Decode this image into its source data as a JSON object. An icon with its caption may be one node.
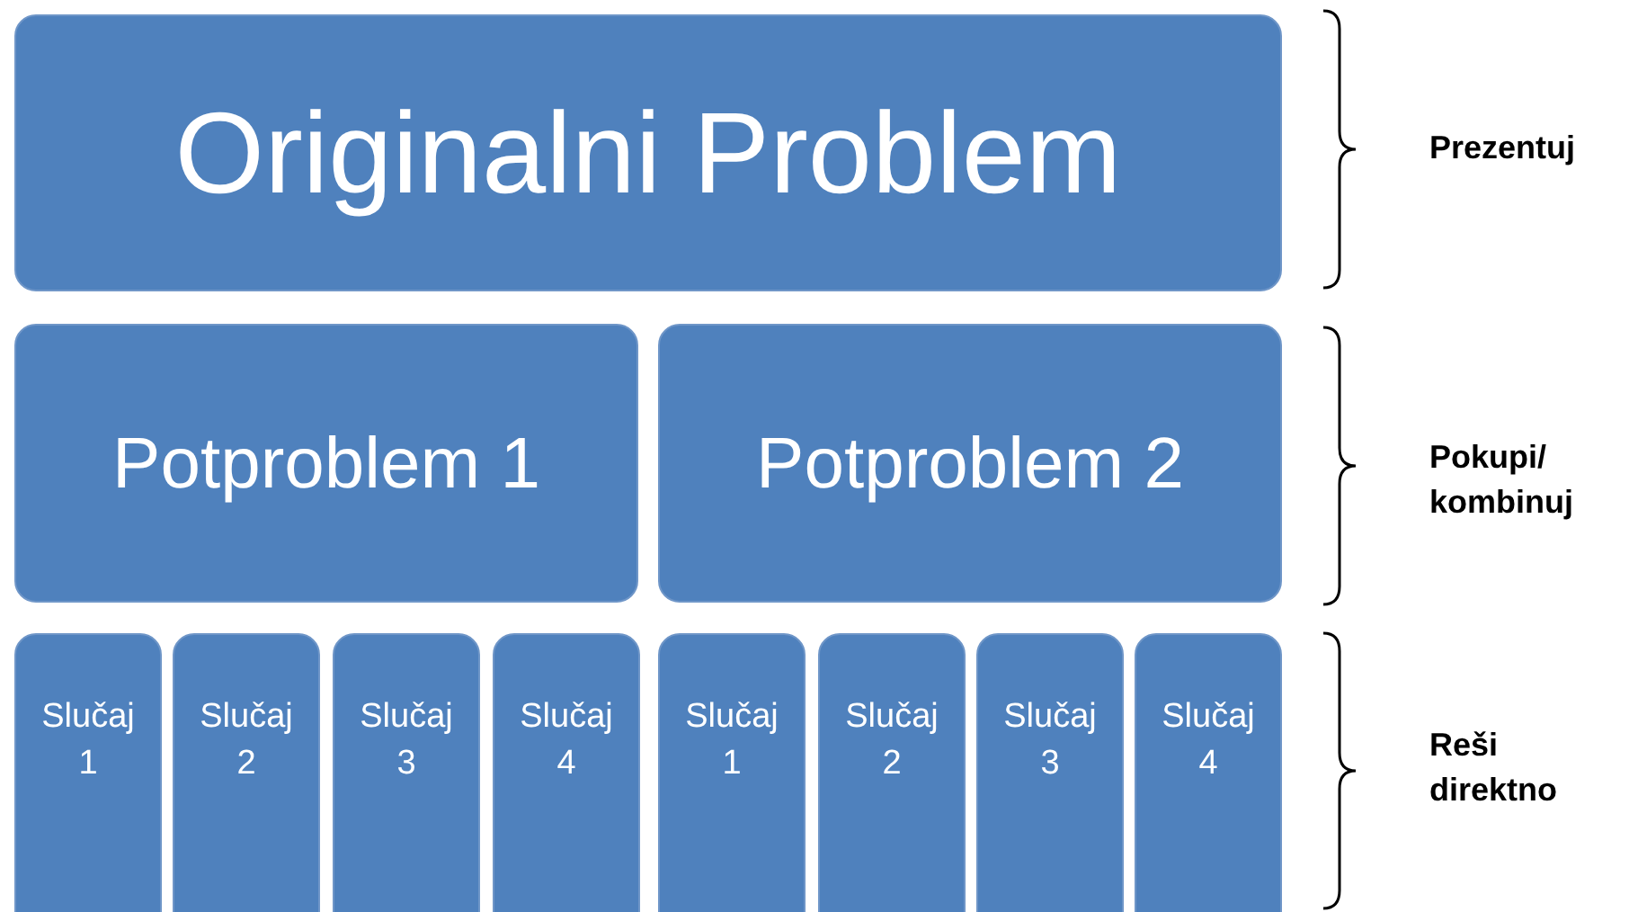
{
  "diagram": {
    "nodes": [
      {
        "text": [
          "Originalni Problem"
        ]
      },
      {
        "text": [
          "Potproblem 1"
        ]
      },
      {
        "text": [
          "Potproblem 2"
        ]
      },
      {
        "text": [
          "Slučaj 1"
        ]
      },
      {
        "text": [
          "Slučaj 2"
        ]
      },
      {
        "text": [
          "Slučaj 3"
        ]
      },
      {
        "text": [
          "Slučaj 4"
        ]
      },
      {
        "text": [
          "Slučaj 1"
        ]
      },
      {
        "text": [
          "Slučaj 2"
        ]
      },
      {
        "text": [
          "Slučaj 3"
        ]
      },
      {
        "text": [
          "Slučaj 4"
        ]
      }
    ],
    "labels": [
      "Prezentuj",
      "Pokupi/ kombinuj",
      "Reši direktno"
    ]
  }
}
